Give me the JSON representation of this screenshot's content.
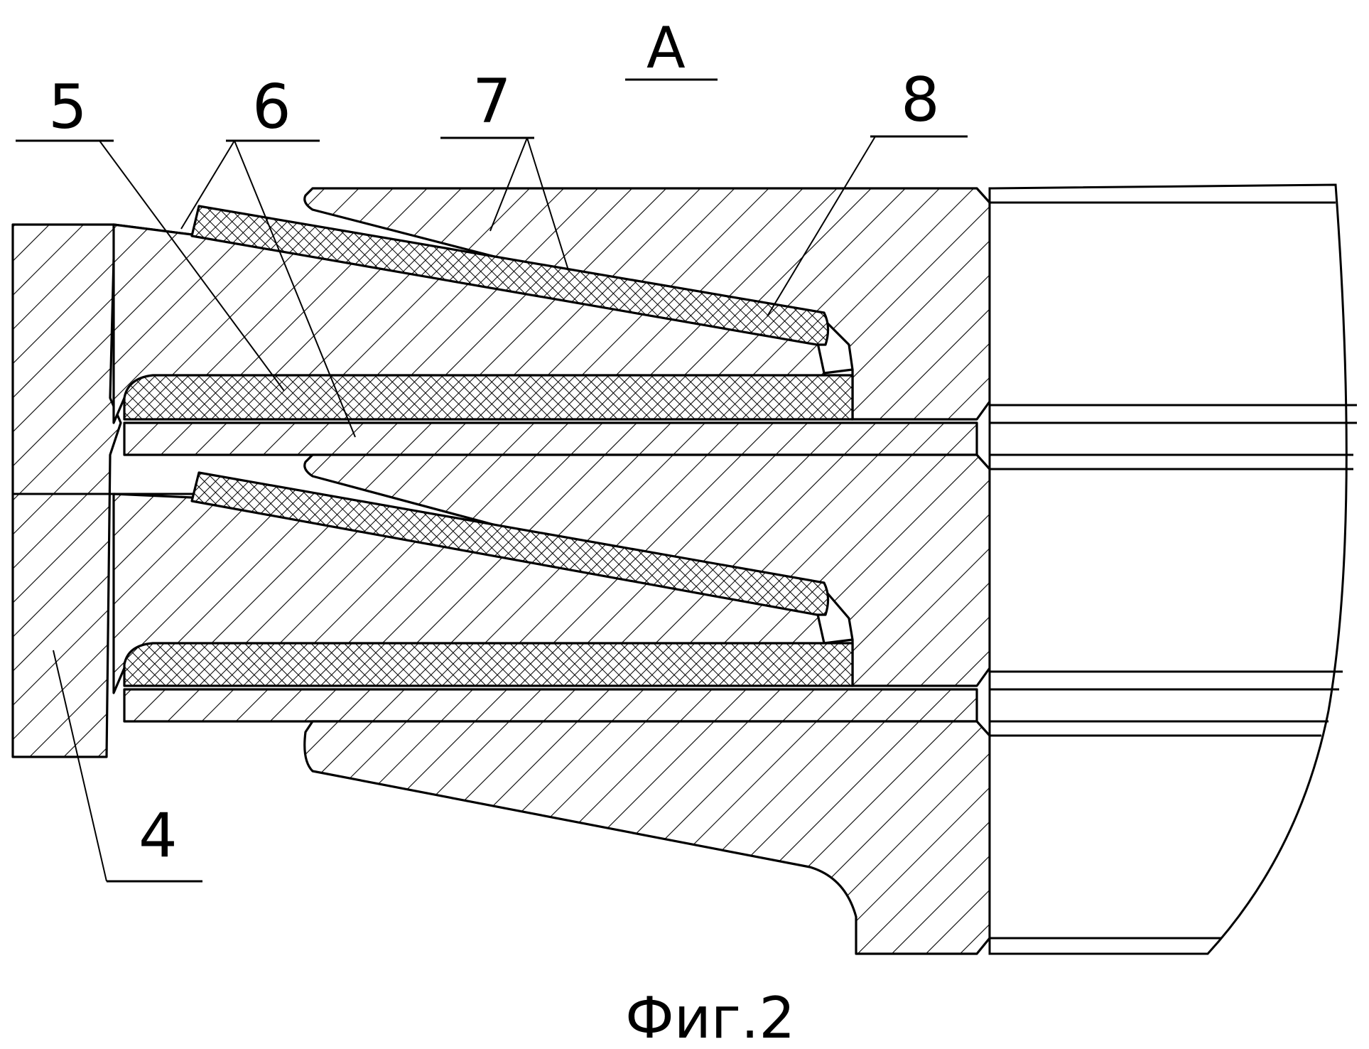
{
  "view": {
    "label": "А"
  },
  "callouts": [
    {
      "id": "5",
      "text": "5"
    },
    {
      "id": "6",
      "text": "6"
    },
    {
      "id": "7",
      "text": "7"
    },
    {
      "id": "8",
      "text": "8"
    },
    {
      "id": "4",
      "text": "4"
    }
  ],
  "caption": "Фиг.2"
}
